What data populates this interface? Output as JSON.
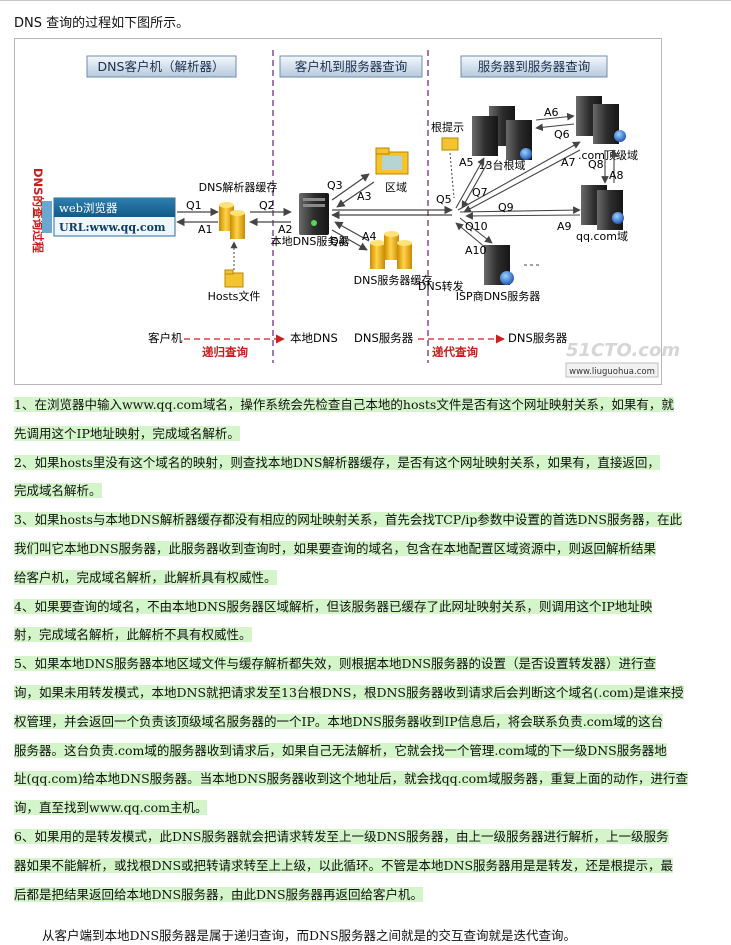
{
  "intro": "DNS 查询的过程如下图所示。",
  "diagram": {
    "headers": [
      "DNS客户机（解析器）",
      "客户机到服务器查询",
      "服务器到服务器查询"
    ],
    "side_label": "DNS的查询过程",
    "browser_title": "web浏览器",
    "browser_url": "URL:www.qq.com",
    "labels": {
      "q1": "Q1",
      "a1": "A1",
      "q2": "Q2",
      "a2": "A2",
      "q3": "Q3",
      "a3": "A3",
      "q4": "Q4",
      "a4": "A4",
      "q5": "Q5",
      "a5": "A5",
      "q6": "Q6",
      "a6": "A6",
      "q7": "Q7",
      "a7": "A7",
      "q8": "Q8",
      "a8": "A8",
      "q9": "Q9",
      "a9": "A9",
      "q10": "Q10",
      "a10": "A10",
      "resolver_cache": "DNS解析器缓存",
      "hosts_file": "Hosts文件",
      "zone": "区域",
      "local_dns": "本地DNS服务器",
      "dns_cache": "DNS服务器缓存",
      "root_hint": "根提示",
      "root_domain": "13台根域",
      "com_tld": ".com顶级域",
      "qq_domain": "qq.com域",
      "dns_forward": "DNS转发",
      "isp_dns": "ISP商DNS服务器"
    },
    "bottom": {
      "client": "客户机",
      "recursive": "递归查询",
      "local_dns": "本地DNS",
      "dns_server": "DNS服务器",
      "iterative": "递代查询",
      "dns_server2": "DNS服务器"
    },
    "watermark": "51CTO.com",
    "site": "www.liuguohua.com"
  },
  "paragraphs": [
    {
      "lines": [
        "1、在浏览器中输入www.qq.com域名，操作系统会先检查自己本地的hosts文件是否有这个网址映射关系，如果有，就",
        "先调用这个IP地址映射，完成域名解析。"
      ]
    },
    {
      "lines": [
        "2、如果hosts里没有这个域名的映射，则查找本地DNS解析器缓存，是否有这个网址映射关系，如果有，直接返回，",
        "完成域名解析。"
      ]
    },
    {
      "lines": [
        "3、如果hosts与本地DNS解析器缓存都没有相应的网址映射关系，首先会找TCP/ip参数中设置的首选DNS服务器，在此",
        "我们叫它本地DNS服务器，此服务器收到查询时，如果要查询的域名，包含在本地配置区域资源中，则返回解析结果",
        "给客户机，完成域名解析，此解析具有权威性。"
      ]
    },
    {
      "lines": [
        "4、如果要查询的域名，不由本地DNS服务器区域解析，但该服务器已缓存了此网址映射关系，则调用这个IP地址映",
        "射，完成域名解析，此解析不具有权威性。"
      ]
    },
    {
      "lines": [
        "5、如果本地DNS服务器本地区域文件与缓存解析都失效，则根据本地DNS服务器的设置（是否设置转发器）进行查",
        "询，如果未用转发模式，本地DNS就把请求发至13台根DNS，根DNS服务器收到请求后会判断这个域名(.com)是谁来授",
        "权管理，并会返回一个负责该顶级域名服务器的一个IP。本地DNS服务器收到IP信息后，将会联系负责.com域的这台",
        "服务器。这台负责.com域的服务器收到请求后，如果自己无法解析，它就会找一个管理.com域的下一级DNS服务器地",
        "址(qq.com)给本地DNS服务器。当本地DNS服务器收到这个地址后，就会找qq.com域服务器，重复上面的动作，进行查",
        "询，直至找到www.qq.com主机。"
      ]
    },
    {
      "lines": [
        "6、如果用的是转发模式，此DNS服务器就会把请求转发至上一级DNS服务器，由上一级服务器进行解析，上一级服务",
        "器如果不能解析，或找根DNS或把转请求转至上上级，以此循环。不管是本地DNS服务器用是是转发，还是根提示，最",
        "后都是把结果返回给本地DNS服务器，由此DNS服务器再返回给客户机。"
      ]
    }
  ],
  "closing": "从客户端到本地DNS服务器是属于递归查询，而DNS服务器之间就是的交互查询就是迭代查询。"
}
